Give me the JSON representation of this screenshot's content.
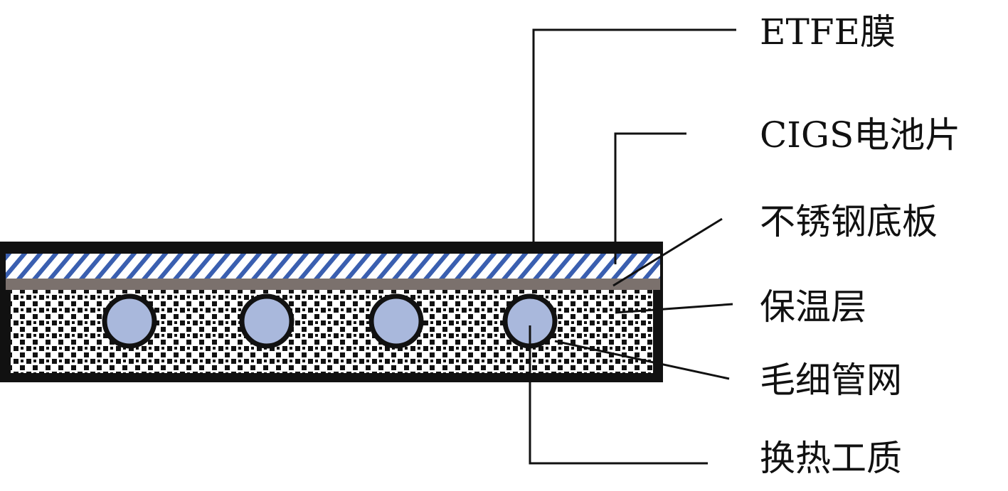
{
  "labels": {
    "etfe": "ETFE膜",
    "cigs": "CIGS电池片",
    "steel": "不锈钢底板",
    "insulation": "保温层",
    "capillary": "毛细管网",
    "fluid": "换热工质"
  },
  "colors": {
    "frame": "#111111",
    "hatch": "#3a5fb0",
    "plate": "#7b716d",
    "tube": "#a9b8dc"
  }
}
